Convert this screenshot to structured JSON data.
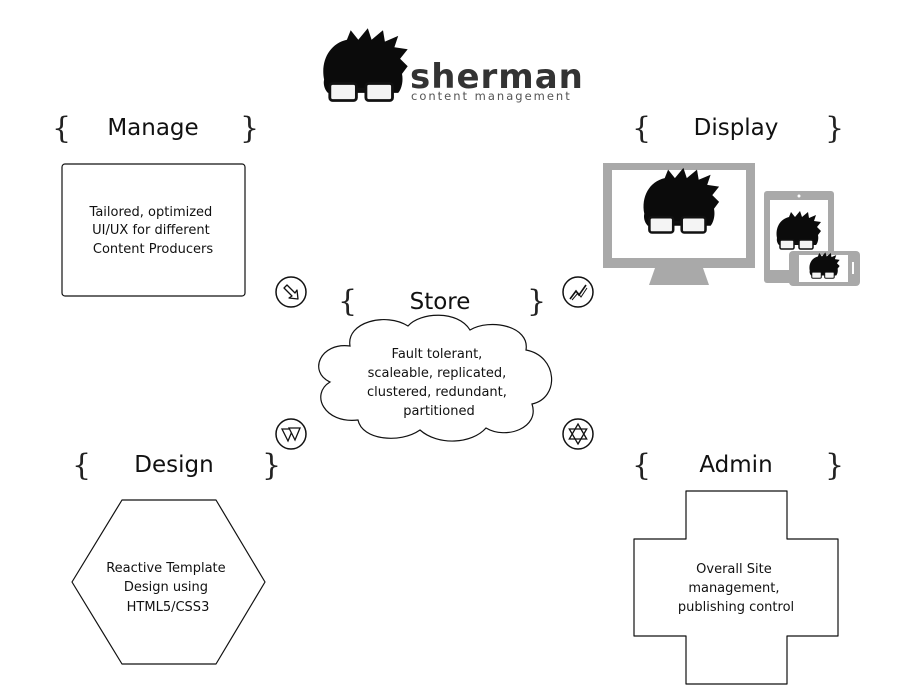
{
  "logo": {
    "word": "sherman",
    "subtitle": "content management"
  },
  "sections": {
    "manage": {
      "title": "Manage",
      "lines": [
        "Tailored, optimized",
        "UI/UX for different",
        "Content Producers"
      ]
    },
    "display": {
      "title": "Display"
    },
    "store": {
      "title": "Store",
      "lines": [
        "Fault tolerant,",
        "scaleable, replicated,",
        "clustered, redundant,",
        "partitioned"
      ]
    },
    "design": {
      "title": "Design",
      "lines": [
        "Reactive Template",
        "Design using",
        "HTML5/CSS3"
      ]
    },
    "admin": {
      "title": "Admin",
      "lines": [
        "Overall Site",
        "management,",
        "publishing control"
      ]
    }
  },
  "icons": {
    "manage_link": "arrow-down-right-icon",
    "display_link": "zigzag-icon",
    "design_link": "double-triangle-icon",
    "admin_link": "star-of-david-icon"
  },
  "colors": {
    "device_gray": "#a9a9a9",
    "line": "#222222"
  }
}
